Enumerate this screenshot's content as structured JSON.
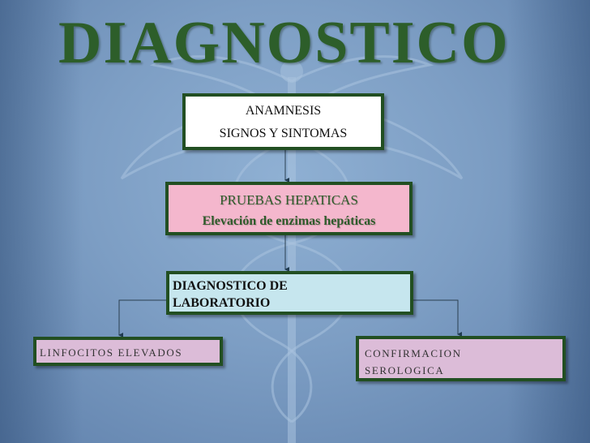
{
  "slide": {
    "title": "DIAGNOSTICO"
  },
  "boxes": {
    "anamnesis": {
      "line1": "ANAMNESIS",
      "line2": "SIGNOS Y SINTOMAS"
    },
    "hepaticas": {
      "line1": "PRUEBAS HEPATICAS",
      "line2": "Elevación de enzimas hepáticas"
    },
    "laboratorio": {
      "line1": "DIAGNOSTICO DE",
      "line2": "LABORATORIO"
    },
    "linfocitos": {
      "line1": "LINFOCITOS ELEVADOS"
    },
    "confirmacion": {
      "line1": "CONFIRMACION",
      "line2": "SEROLOGICA"
    }
  },
  "colors": {
    "title": "#2d5e2a",
    "border": "#224f22",
    "box_white": "#ffffff",
    "box_pink": "#f4b7cd",
    "box_cyan": "#c6e6ee",
    "box_mauve": "#dcbcd8"
  },
  "icons": {
    "watermark": "caduceus-icon"
  }
}
